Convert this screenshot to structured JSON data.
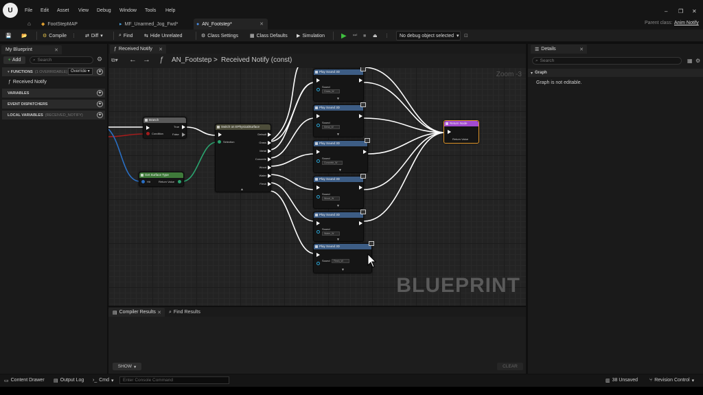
{
  "menu": [
    "File",
    "Edit",
    "Asset",
    "View",
    "Debug",
    "Window",
    "Tools",
    "Help"
  ],
  "logo_text": "U",
  "tabs": [
    {
      "label": "FootStepMAP"
    },
    {
      "label": "MF_Unarmed_Jog_Fwd*"
    },
    {
      "label": "AN_Footstep*"
    }
  ],
  "parent_class": {
    "label": "Parent class:",
    "value": "Anim Notify"
  },
  "toolbar": {
    "compile": "Compile",
    "diff": "Diff",
    "find": "Find",
    "hide_unrelated": "Hide Unrelated",
    "class_settings": "Class Settings",
    "class_defaults": "Class Defaults",
    "simulation": "Simulation",
    "debug_object": "No debug object selected"
  },
  "my_blueprint": {
    "tab": "My Blueprint",
    "add": "Add",
    "search_placeholder": "Search",
    "functions_label": "FUNCTIONS",
    "functions_count": "(1 OVERRIDABLE)",
    "override": "Override",
    "function_item": "Received Notify",
    "variables": "VARIABLES",
    "event_dispatchers": "EVENT DISPATCHERS",
    "local_variables": "LOCAL VARIABLES",
    "local_variables_scope": "(RECEIVED_NOTIFY)"
  },
  "graph": {
    "tab": "Received Notify",
    "breadcrumb_root": "AN_Footstep",
    "breadcrumb_sep": ">",
    "breadcrumb_leaf": "Received Notify (const)",
    "zoom": "Zoom -3",
    "watermark": "BLUEPRINT"
  },
  "nodes": {
    "branch": {
      "title": "Branch",
      "condition": "Condition",
      "true": "True",
      "false": "False"
    },
    "surface": {
      "title": "Get Surface Type",
      "hit": "Hit",
      "return": "Return Value"
    },
    "switch": {
      "title": "Switch on EPhysicalSurface",
      "selection": "Selection",
      "outputs": [
        "Default",
        "Grass",
        "Metal",
        "Concrete",
        "Wood",
        "Water",
        "Flesh"
      ]
    },
    "play_sound_title": "Play Sound 3D",
    "sound_label": "Sound",
    "sound_values": [
      "Grass_W",
      "Metal_W",
      "Concrete_W",
      "Wood_W",
      "Water_W",
      "Flesh_W"
    ],
    "return": {
      "title": "Return Node",
      "value": "Return Value"
    }
  },
  "details": {
    "tab": "Details",
    "search_placeholder": "Search",
    "section": "Graph",
    "message": "Graph is not editable."
  },
  "bottom": {
    "compiler_results": "Compiler Results",
    "find_results": "Find Results",
    "show": "SHOW",
    "clear": "CLEAR"
  },
  "status": {
    "content_drawer": "Content Drawer",
    "output_log": "Output Log",
    "cmd": "Cmd",
    "console_placeholder": "Enter Console Command",
    "unsaved": "38 Unsaved",
    "revision": "Revision Control"
  },
  "colors": {
    "accent_play": "#3fbf3f",
    "function_header": "#a24ad1",
    "play_sound_header": "#3d5d85",
    "exec_wire": "#ffffff"
  }
}
